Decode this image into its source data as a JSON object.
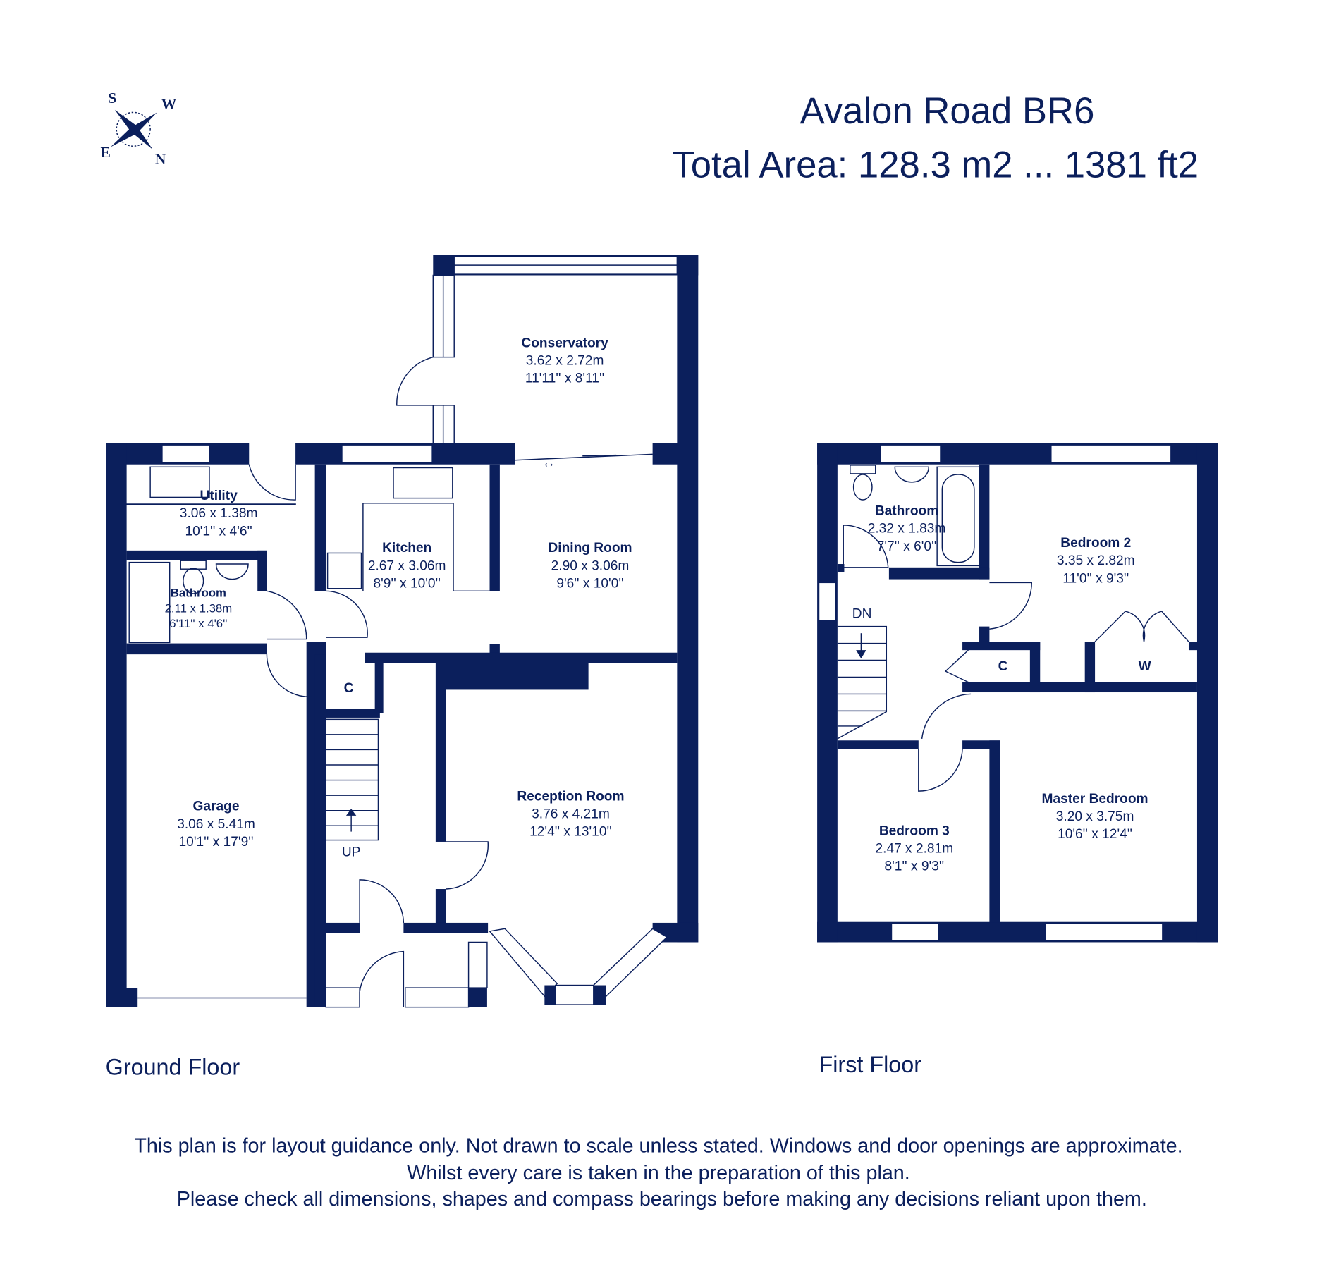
{
  "header": {
    "title": "Avalon Road BR6",
    "total_area": "Total Area: 128.3 m2 ... 1381 ft2"
  },
  "compass": {
    "n": "N",
    "s": "S",
    "e": "E",
    "w": "W"
  },
  "colors": {
    "ink": "#0b1f5c"
  },
  "ground_floor": {
    "label": "Ground Floor",
    "stairs_label": "UP",
    "cupboard_label": "C",
    "rooms": [
      {
        "name": "Conservatory",
        "metric": "3.62 x 2.72m",
        "imperial": "11'11'' x 8'11''"
      },
      {
        "name": "Utility",
        "metric": "3.06 x 1.38m",
        "imperial": "10'1'' x 4'6''"
      },
      {
        "name": "Kitchen",
        "metric": "2.67 x 3.06m",
        "imperial": "8'9'' x 10'0''"
      },
      {
        "name": "Dining Room",
        "metric": "2.90 x 3.06m",
        "imperial": "9'6'' x 10'0''"
      },
      {
        "name": "Bathroom",
        "metric": "2.11 x 1.38m",
        "imperial": "6'11'' x 4'6''"
      },
      {
        "name": "Garage",
        "metric": "3.06 x 5.41m",
        "imperial": "10'1'' x 17'9''"
      },
      {
        "name": "Reception Room",
        "metric": "3.76 x 4.21m",
        "imperial": "12'4'' x 13'10''"
      }
    ]
  },
  "first_floor": {
    "label": "First Floor",
    "stairs_label": "DN",
    "cupboard_label": "C",
    "wardrobe_label": "W",
    "rooms": [
      {
        "name": "Bathroom",
        "metric": "2.32 x 1.83m",
        "imperial": "7'7'' x 6'0''"
      },
      {
        "name": "Bedroom 2",
        "metric": "3.35 x 2.82m",
        "imperial": "11'0'' x 9'3''"
      },
      {
        "name": "Master Bedroom",
        "metric": "3.20 x 3.75m",
        "imperial": "10'6'' x 12'4''"
      },
      {
        "name": "Bedroom 3",
        "metric": "2.47 x 2.81m",
        "imperial": "8'1'' x 9'3''"
      }
    ]
  },
  "disclaimer": [
    "This plan is for layout guidance only. Not drawn to scale unless stated. Windows and door openings are approximate.",
    "Whilst every care is taken in the preparation of this plan.",
    "Please check all dimensions, shapes and compass bearings before making any decisions reliant upon them."
  ]
}
